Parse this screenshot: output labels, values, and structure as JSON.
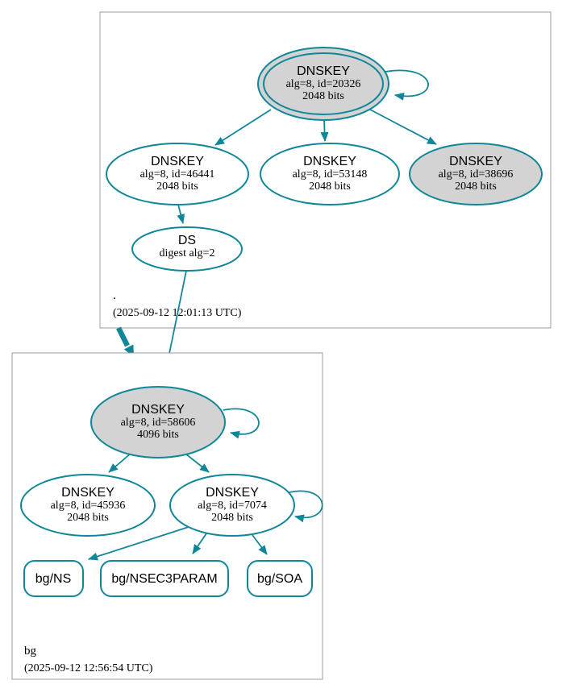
{
  "colors": {
    "accent": "#0f8799",
    "node_fill_gray": "#d3d3d3",
    "node_fill_white": "#ffffff",
    "cluster_border": "#9b9b9b",
    "text": "#000000"
  },
  "clusters": {
    "root": {
      "label": ".",
      "timestamp": "(2025-09-12 12:01:13 UTC)"
    },
    "bg": {
      "label": "bg",
      "timestamp": "(2025-09-12 12:56:54 UTC)"
    }
  },
  "nodes": {
    "root_ksk_20326": {
      "title": "DNSKEY",
      "detail": "alg=8, id=20326",
      "bits": "2048 bits"
    },
    "root_key_46441": {
      "title": "DNSKEY",
      "detail": "alg=8, id=46441",
      "bits": "2048 bits"
    },
    "root_key_53148": {
      "title": "DNSKEY",
      "detail": "alg=8, id=53148",
      "bits": "2048 bits"
    },
    "root_key_38696": {
      "title": "DNSKEY",
      "detail": "alg=8, id=38696",
      "bits": "2048 bits"
    },
    "root_ds": {
      "title": "DS",
      "detail": "digest alg=2"
    },
    "bg_ksk_58606": {
      "title": "DNSKEY",
      "detail": "alg=8, id=58606",
      "bits": "4096 bits"
    },
    "bg_key_45936": {
      "title": "DNSKEY",
      "detail": "alg=8, id=45936",
      "bits": "2048 bits"
    },
    "bg_key_7074": {
      "title": "DNSKEY",
      "detail": "alg=8, id=7074",
      "bits": "2048 bits"
    },
    "bg_ns": {
      "label": "bg/NS"
    },
    "bg_nsec3param": {
      "label": "bg/NSEC3PARAM"
    },
    "bg_soa": {
      "label": "bg/SOA"
    }
  },
  "edges": [
    {
      "from": "root_ksk_20326",
      "to": "root_ksk_20326",
      "type": "self-sign"
    },
    {
      "from": "root_ksk_20326",
      "to": "root_key_46441",
      "type": "sign"
    },
    {
      "from": "root_ksk_20326",
      "to": "root_key_53148",
      "type": "sign"
    },
    {
      "from": "root_ksk_20326",
      "to": "root_key_38696",
      "type": "sign"
    },
    {
      "from": "root_key_46441",
      "to": "root_ds",
      "type": "sign"
    },
    {
      "from": "root_ds",
      "to": "bg_ksk_58606",
      "type": "delegation-ds"
    },
    {
      "from": "cluster-root",
      "to": "cluster-bg",
      "type": "delegation"
    },
    {
      "from": "bg_ksk_58606",
      "to": "bg_ksk_58606",
      "type": "self-sign"
    },
    {
      "from": "bg_ksk_58606",
      "to": "bg_key_45936",
      "type": "sign"
    },
    {
      "from": "bg_ksk_58606",
      "to": "bg_key_7074",
      "type": "sign"
    },
    {
      "from": "bg_key_7074",
      "to": "bg_key_7074",
      "type": "self-sign"
    },
    {
      "from": "bg_key_7074",
      "to": "bg_ns",
      "type": "sign"
    },
    {
      "from": "bg_key_7074",
      "to": "bg_nsec3param",
      "type": "sign"
    },
    {
      "from": "bg_key_7074",
      "to": "bg_soa",
      "type": "sign"
    }
  ]
}
